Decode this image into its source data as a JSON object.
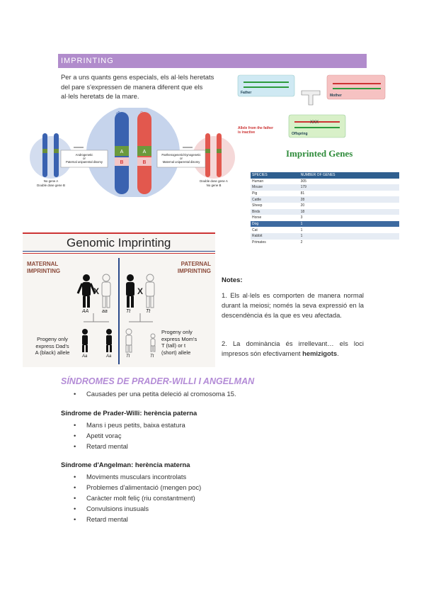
{
  "header": {
    "title": "IMPRINTING"
  },
  "intro_lines": [
    "Per a uns quants gens especials, els al·lels heretats",
    "del pare s'expressen de manera diferent que els",
    "al·lels heretats de la mare."
  ],
  "figure_chromosomes": {
    "left_label": "Androgenetic\nor\nPaternal uniparental disomy",
    "right_label": "Parthenogenetic/Gynogenetic\nor\nMaternal uniparental disomy",
    "left_caption": "No gene A\nDouble dose gene B",
    "right_caption": "Double dose gene A\nNo gene B",
    "gene_a": "A",
    "gene_b": "B"
  },
  "figure_inheritance": {
    "father": "Father",
    "mother": "Mother",
    "offspring": "Offspring",
    "note": "Allele from the father\nis inactive"
  },
  "imprinted_table": {
    "title": "Imprinted Genes",
    "headers": [
      "SPECIES",
      "NUMBER OF GENES"
    ],
    "rows": [
      [
        "Human",
        "305"
      ],
      [
        "Mouse",
        "179"
      ],
      [
        "Pig",
        "81"
      ],
      [
        "Cattle",
        "28"
      ],
      [
        "Sheep",
        "20"
      ],
      [
        "Birds",
        "18"
      ],
      [
        "Horse",
        "3"
      ],
      [
        "Dog",
        "1"
      ],
      [
        "Cat",
        "1"
      ],
      [
        "Rabbit",
        "1"
      ],
      [
        "Primates",
        "2"
      ]
    ],
    "highlight_row": 7
  },
  "genomic_figure": {
    "title": "Genomic Imprinting",
    "maternal": "MATERNAL\nIMPRINTING",
    "paternal": "PATERNAL\nIMPRINTING",
    "cross": "X",
    "genotypes": [
      "AA",
      "aa",
      "Tt",
      "Tt"
    ],
    "left_caption": "Progeny only\nexpress Dad's\nA (black) allele",
    "right_caption": "Progeny only\nexpress Mom's\nT (tall) or t\n(short) allele",
    "offspring_labels": [
      "Aa",
      "Aa"
    ],
    "offspring_labels_right": [
      "Tt",
      "Tt"
    ]
  },
  "notes": {
    "title": "Notes:",
    "n1": "1.  Els al·lels es comporten de manera normal durant la meiosi; només la seva expressió en la descendència és la que es veu afectada.",
    "n2_prefix": "2.  La dominància és irrellevant… els loci impresos són efectivament ",
    "n2_bold": "hemizigots",
    "n2_suffix": "."
  },
  "syndromes": {
    "title": "SÍNDROMES DE PRADER-WILLI I ANGELMAN",
    "cause": "Causades per una petita deleció al cromosoma 15.",
    "pw_title": "Síndrome de Prader-Willi: herència paterna",
    "pw_items": [
      "Mans i peus petits, baixa estatura",
      "Apetit voraç",
      "Retard mental"
    ],
    "ag_title": "Síndrome d'Angelman: herència materna",
    "ag_items": [
      "Moviments musculars incontrolats",
      "Problemes d'alimentació (mengen poc)",
      "Caràcter molt feliç (riu constantment)",
      "Convulsions inusuals",
      "Retard mental"
    ]
  }
}
